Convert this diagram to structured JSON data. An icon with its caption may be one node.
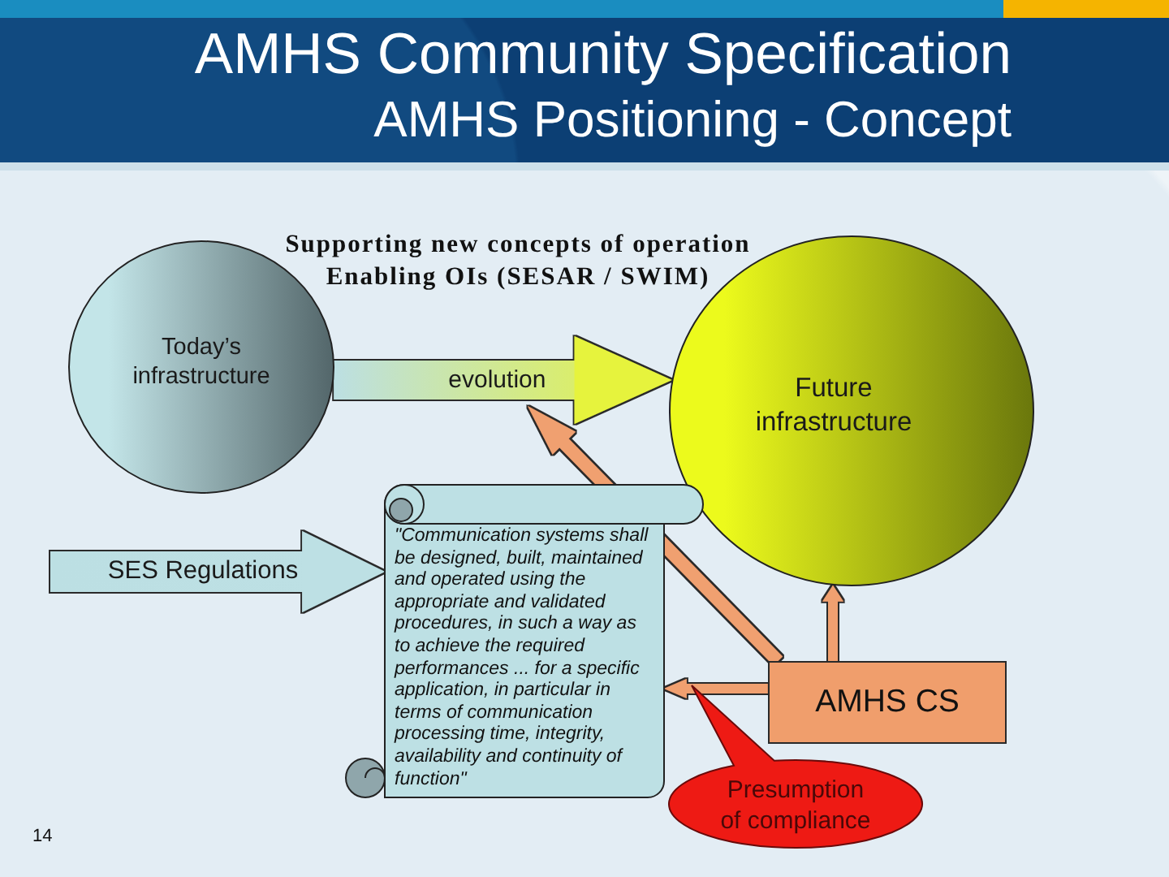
{
  "diagram": {
    "title": "AMHS Community Specification",
    "nodes": [
      {
        "text": [
          "Today’s infrastructure"
        ]
      },
      {
        "text": [
          "Future infrastructure"
        ]
      },
      {
        "text": [
          "\"Communication systems shall be designed, built, maintained and operated using the appropriate and validated procedures, in such a way as to achieve the required performances ... for a specific application, in particular in terms of communication processing time, integrity, availability and continuity of function\""
        ]
      },
      {
        "text": [
          "AMHS CS"
        ]
      },
      {
        "text": [
          "Presumption of compliance"
        ]
      }
    ],
    "edges": [
      {
        "from": 0,
        "to": 1,
        "arrow": "to",
        "label": "evolution",
        "style": "thick",
        "color": "#e6f33c"
      },
      {
        "from": null,
        "to": 2,
        "arrow": "to",
        "label": "SES Regulations",
        "style": "thick",
        "color": "#bde0e4"
      },
      {
        "from": 3,
        "to": 1,
        "arrow": "to"
      },
      {
        "from": 3,
        "to": 2,
        "arrow": "to"
      },
      {
        "from": 3,
        "to": null,
        "arrow": "to"
      }
    ],
    "labels": [
      "AMHS Positioning - Concept",
      "Supporting new concepts of operation Enabling OIs (SESAR / SWIM)",
      "14"
    ]
  }
}
